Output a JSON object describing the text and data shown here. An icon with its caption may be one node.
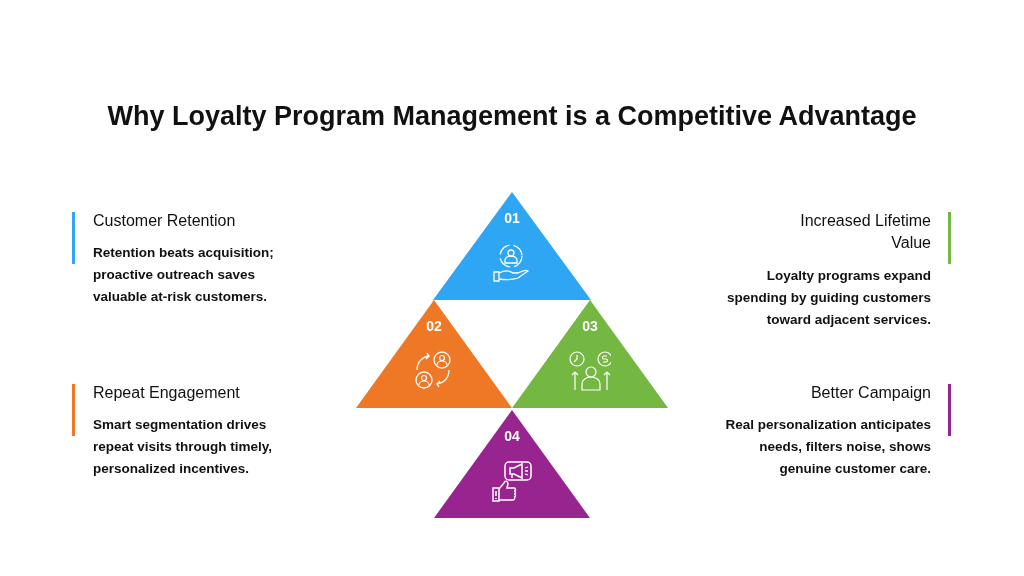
{
  "diagram": {
    "title": "Why Loyalty Program Management is a Competitive Advantage",
    "nodes": [
      {
        "text": [
          "01"
        ]
      },
      {
        "text": [
          "02"
        ]
      },
      {
        "text": [
          "03"
        ]
      },
      {
        "text": [
          "04"
        ]
      }
    ],
    "labels": [
      "Customer Retention",
      "Retention beats acquisition; proactive outreach saves valuable at-risk customers.",
      "Increased Lifetime Value",
      "Loyalty programs expand spending by guiding customers toward adjacent services.",
      "Repeat Engagement",
      "Smart segmentation drives repeat visits through timely, personalized incentives.",
      "Better Campaign",
      "Real personalization anticipates needs, filters noise, shows genuine customer care."
    ]
  }
}
